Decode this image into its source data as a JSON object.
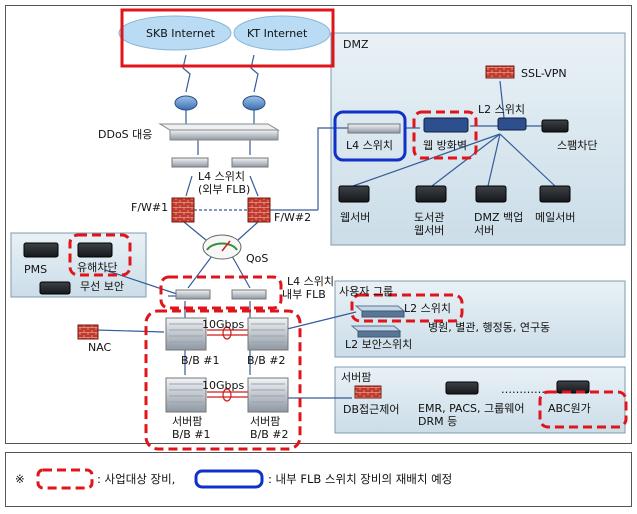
{
  "internet": {
    "skb": "SKB Internet",
    "kt": "KT Internet"
  },
  "edge": {
    "ddos": "DDoS 대응",
    "l4_external_line1": "L4 스위치",
    "l4_external_line2": "(외부 FLB)",
    "fw1": "F/W#1",
    "fw2": "F/W#2",
    "qos": "QoS"
  },
  "dmz": {
    "title": "DMZ",
    "ssl_vpn": "SSL-VPN",
    "l2_switch": "L2 스위치",
    "l4_switch": "L4 스위치",
    "web_firewall": "웹 방화벽",
    "spam_block": "스팸차단",
    "servers": [
      {
        "line1": "웹서버",
        "line2": ""
      },
      {
        "line1": "도서관",
        "line2": "웹서버"
      },
      {
        "line1": "DMZ 백업",
        "line2": "서버"
      },
      {
        "line1": "메일서버",
        "line2": ""
      }
    ]
  },
  "left_group": {
    "pms": "PMS",
    "harmful_block": "유해차단",
    "wireless": "무선 보안"
  },
  "core": {
    "l4_internal_line1": "L4 스위치",
    "l4_internal_line2": "내부 FLB",
    "nac": "NAC",
    "speed1": "10Gbps",
    "speed2": "10Gbps",
    "bb1": "B/B #1",
    "bb2": "B/B #2",
    "sf_bb1_line1": "서버팜",
    "sf_bb1_line2": "B/B #1",
    "sf_bb2_line1": "서버팜",
    "sf_bb2_line2": "B/B #2"
  },
  "user_group": {
    "title": "사용자 그룹",
    "l2_switch": "L2 스위치",
    "buildings": "병원, 별관, 행정동, 연구동",
    "l2_security": "L2 보안스위치"
  },
  "server_farm": {
    "title": "서버팜",
    "db_access": "DB접근제어",
    "emr_line1": "EMR, PACS, 그룹웨어",
    "emr_line2": "DRM 등",
    "dots": "…………",
    "abc": "ABC원가"
  },
  "legend": {
    "prefix": "※",
    "item1": ": 사업대상 장비,",
    "item2": ": 내부 FLB 스위치 장비의 재배치 예정"
  },
  "colors": {
    "red_dash": "#e0141b",
    "blue_box": "#1030c8",
    "zone_fill": "#dbe7ef",
    "zone_border": "#7d9bb0"
  }
}
